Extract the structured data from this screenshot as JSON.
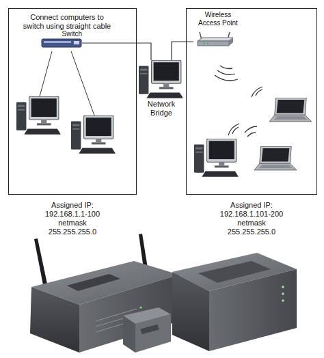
{
  "diagram": {
    "nodes": [
      {
        "text": [
          "Connect computers to switch using straight cable",
          "Assigned IP: 192.168.1.1-100 netmask 255.255.255.0"
        ]
      },
      {
        "text": [
          "Switch"
        ],
        "in": 0
      },
      {
        "text": [
          "Network Bridge"
        ]
      },
      {
        "text": [
          "Assigned IP: 192.168.1.101-200 netmask 255.255.255.0"
        ]
      },
      {
        "text": [
          "Wireless Access Point"
        ],
        "in": 3
      }
    ],
    "edges": [
      {
        "from": 1,
        "to": 2,
        "arrow": "none"
      },
      {
        "from": 2,
        "to": 4,
        "arrow": "none"
      }
    ]
  }
}
